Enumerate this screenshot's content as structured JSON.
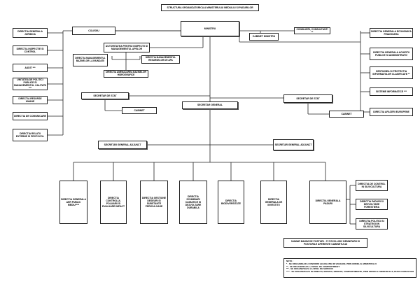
{
  "title": "STRUCTURA ORGANIZATORICA A  MINISTERULUI MEDIULUI SI PADURILOR",
  "nodes": {
    "ministru": "MINISTRU",
    "colegiu": "COLEGIU",
    "cabinet_ministru": "CABINET MINISTRU",
    "consilieri": "CONSILIERI, CONSULTANTI **",
    "autoritatea": "AUTORITATEA  PENTRU INSPECTII SI MANAGEMENTUL APELOR",
    "dir_management_bazinelor": "DIRECTIA MANAGEMENTUL BAZINELOR LA INUNDATII",
    "dir_management_resurse_apa": "DIRECTIA MANAGEMENTUL RESURSELOR DE APA",
    "dir_amenajarea": "DIRECTIA AMENAJAREA BAZINELOR HIDROGRAFICE",
    "dir_juridica": "DIRECTIA GENERALA JURIDICA",
    "dir_inspectie_control": "DIRECTIA INSPECTIE SI CONTROL",
    "audit": "AUDIT ***",
    "unitatea_politici": "UNITATEA DE POLITICI PUBLICE SI MANAGEMENTUL CALITATII ***",
    "dir_resurse_umane": "DIRECTIA RESURSE UMANE",
    "dir_comunicare": "DIRECTIA DE COMUNICARE",
    "dir_relatii_externe": "DIRECTIA RELATII EXTERNE SI PROTOCOL",
    "dir_economica": "DIRECTIA GENERALA ECONOMICA FINANCIARA",
    "dir_achizitii": "DIRECTIA GENERALA ACHIZITII PUBLICE SI ADMINISTRATIV",
    "gestiunea": "GESTIUNEA SI PROTECTIA INFORMATIILOR CLASIFICATE **",
    "sisteme_informatice": "SISTEME INFORMATICE ***",
    "dir_afaceri_europene": "DIRECTIA AFACERI EUROPENE",
    "secretar_stat_left": "SECRETAR DE STAT",
    "cabinet_left": "CABINET",
    "secretar_general": "SECRETAR GENERAL",
    "secretar_stat_right": "SECRETAR DE STAT",
    "cabinet_right": "CABINET",
    "secretar_general_adjunct_left": "SECRETAR GENERAL ADJUNCT",
    "secretar_general_adjunct_right": "SECRETAR GENERAL ADJUNCT",
    "dg_aer": "DIRECTIA GENERALA AER PUBLIC MEDIU****",
    "dg_controlul_poluarii": "DIRECTIA CONTROLUL POLUARII SI EVALUARE IMPACT",
    "dg_gestiune_deseuri": "DIRECTIA GESTIUNE DESEURI SI SUBSTANTE PERICULOASE",
    "dg_schimbari_climatice": "DIRECTIA SCHIMBARI CLIMATICE SI DEZVOLTARE DURABILA",
    "dir_biodiversitate": "DIRECTIA BIODIVERSITATE",
    "dg_investitii": "DIRECTIA GENERALA DE INVESTITII",
    "dg_paduri": "DIRECTIA GENERALA PADURI",
    "dir_control_silvicultura": "DIRECTIA DE CONTROL IN SILVICULTURA",
    "dir_paduri_dezvoltare": "DIRECTIA PADURI SI DEZVOLTARE FORESTIERA",
    "dir_politici_silvicultura": "DIRECTIA POLITICI SI STRATEGII IN SILVICULTURA",
    "numar_posturi": "NUMAR MAXIM DE POSTURI - 717 EXCLUSIV  DEMNITARII SI POSTURILE AFERENTE CABINETULUI"
  },
  "notes": {
    "heading": "NOTA :",
    "lines": [
      "*    - SE ORGANIZEAZA CONFORM LEGISLATIEI IN VIGOARE, PRIN ORDIN AL MINISTRULUI",
      "**   - SE ORGANIZEAZA LA NIVEL DE COMPARTIMENT",
      "***  - SE ORGANIZEAZA LA NIVEL DE SERVICIU",
      "**** - SE ORGANIZEAZA IN DIRECTII, SERVICII, BIROURI, COMPARTIMENTE, PRIN ORDIN AL MINISTRULUI, DUPA CONSULTAREA PREALABILA A MFP"
    ]
  }
}
